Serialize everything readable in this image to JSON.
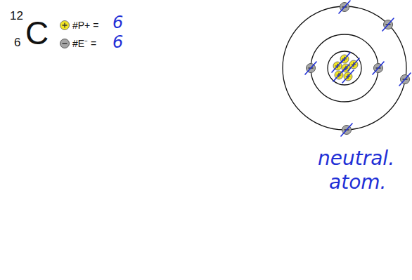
{
  "diagram": {
    "labels": [
      "12",
      "6",
      "C",
      "#P+ =",
      "6",
      "#E⁻ =",
      "6",
      "neutral.",
      "atom."
    ]
  }
}
